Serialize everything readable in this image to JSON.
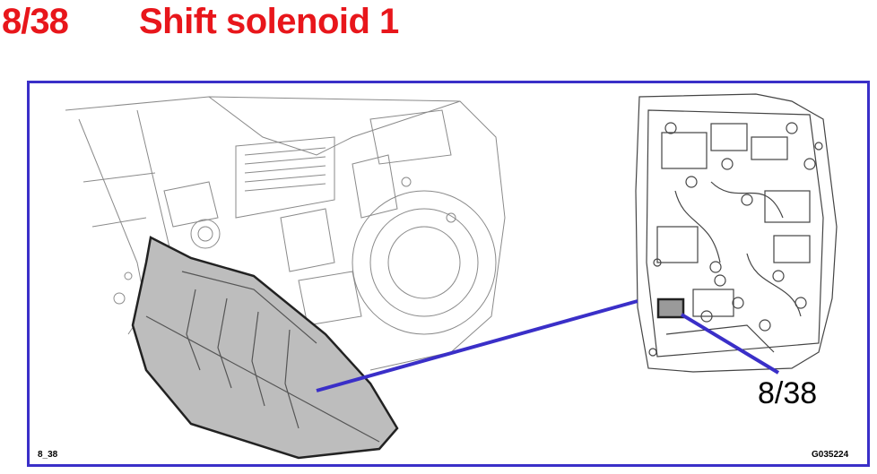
{
  "header": {
    "code": "8/38",
    "title": "Shift solenoid 1"
  },
  "diagram": {
    "callout_label": "8/38",
    "ref_left": "8_38",
    "ref_right": "G035224",
    "colors": {
      "title": "#e8161b",
      "frame": "#3a2fc8",
      "leader": "#3a2fc8",
      "sump": "#bdbdbd",
      "solenoid": "#9a9a9a"
    }
  }
}
